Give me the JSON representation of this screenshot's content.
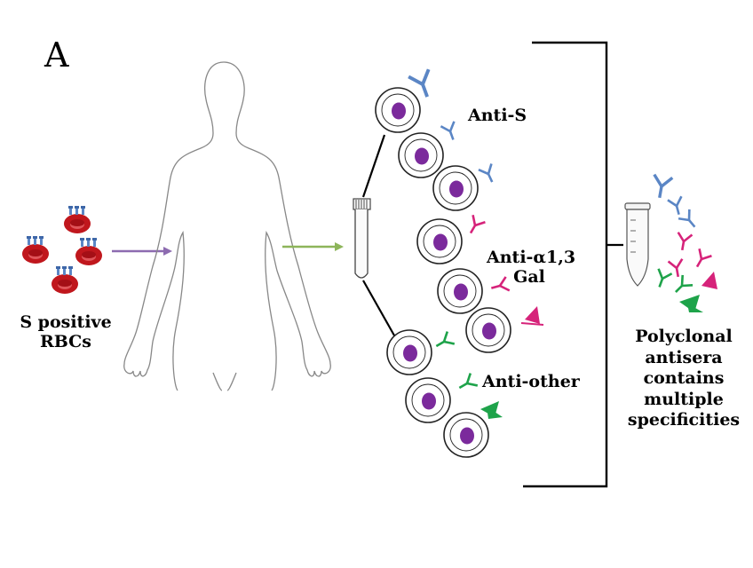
{
  "panel_letter": "A",
  "labels": {
    "s_positive_line1": "S positive",
    "s_positive_line2": "RBCs",
    "anti_s": "Anti-S",
    "anti_gal_line1": "Anti-α1,3",
    "anti_gal_line2": "Gal",
    "anti_other": "Anti-other",
    "polyclonal_lines": [
      "Polyclonal",
      "antisera",
      "contains",
      "multiple",
      "specificities"
    ]
  },
  "colors": {
    "rbc": "#c0171d",
    "antigen": "#5b86c5",
    "nucleus": "#7b2a9c",
    "anti_s": "#5b86c5",
    "anti_gal": "#d6237a",
    "anti_other": "#1ea34a",
    "arrow_purple": "#8d6bb0",
    "arrow_green": "#8db55a"
  }
}
